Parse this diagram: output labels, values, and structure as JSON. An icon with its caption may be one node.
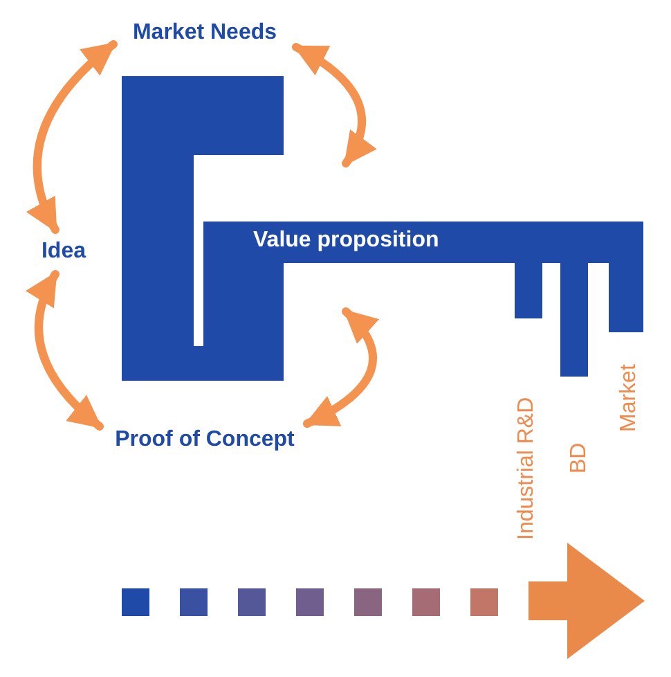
{
  "diagram": {
    "nodes": [
      {
        "text": [
          "Market Needs"
        ]
      },
      {
        "text": [
          "Idea"
        ]
      },
      {
        "text": [
          "Proof of  Concept"
        ]
      },
      {
        "text": [
          "Value proposition"
        ]
      }
    ],
    "edges": [
      {
        "from": 1,
        "to": 0,
        "arrow": "both"
      },
      {
        "from": 0,
        "to": 3,
        "arrow": "both"
      },
      {
        "from": 1,
        "to": 2,
        "arrow": "both"
      },
      {
        "from": 2,
        "to": 3,
        "arrow": "both"
      }
    ],
    "labels": [
      "Industrial R&D",
      "BD",
      "Market"
    ]
  }
}
